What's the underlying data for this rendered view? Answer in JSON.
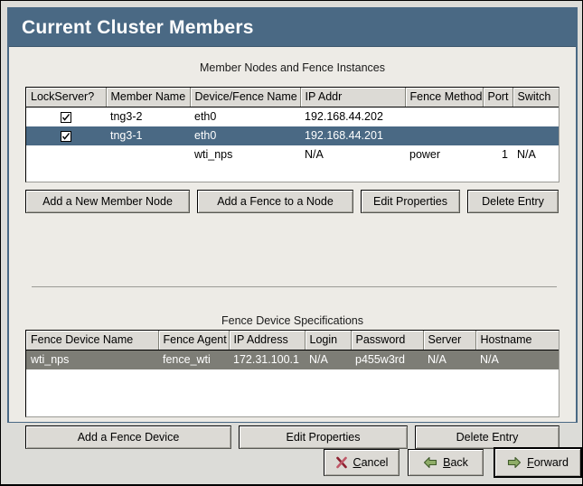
{
  "window": {
    "title": "Current Cluster Members"
  },
  "members_section": {
    "caption": "Member Nodes and Fence Instances",
    "columns": [
      "LockServer?",
      "Member Name",
      "Device/Fence Name",
      "IP Addr",
      "Fence Method",
      "Port",
      "Switch"
    ],
    "rows": [
      {
        "lockserver": "checked",
        "member_name": "tng3-2",
        "device_fence_name": "eth0",
        "ip_addr": "192.168.44.202",
        "fence_method": "",
        "port": "",
        "switch": "",
        "state": "normal"
      },
      {
        "lockserver": "checked",
        "member_name": "tng3-1",
        "device_fence_name": "eth0",
        "ip_addr": "192.168.44.201",
        "fence_method": "",
        "port": "",
        "switch": "",
        "state": "selected-active"
      },
      {
        "lockserver": "",
        "member_name": "",
        "device_fence_name": "wti_nps",
        "ip_addr": "N/A",
        "fence_method": "power",
        "port": "1",
        "switch": "N/A",
        "state": "normal"
      }
    ],
    "buttons": [
      {
        "label": "Add a New Member Node",
        "name": "add-new-member-node-button"
      },
      {
        "label": "Add a Fence to a Node",
        "name": "add-fence-to-node-button"
      },
      {
        "label": "Edit Properties",
        "name": "edit-member-properties-button"
      },
      {
        "label": "Delete Entry",
        "name": "delete-member-entry-button"
      }
    ]
  },
  "fence_section": {
    "caption": "Fence Device Specifications",
    "columns": [
      "Fence Device Name",
      "Fence Agent",
      "IP Address",
      "Login",
      "Password",
      "Server",
      "Hostname"
    ],
    "rows": [
      {
        "fence_device_name": "wti_nps",
        "fence_agent": "fence_wti",
        "ip_address": "172.31.100.1",
        "login": "N/A",
        "password": "p455w3rd",
        "server": "N/A",
        "hostname": "N/A",
        "state": "selected-inactive"
      }
    ],
    "buttons": [
      {
        "label": "Add a Fence Device",
        "name": "add-fence-device-button"
      },
      {
        "label": "Edit Properties",
        "name": "edit-fence-properties-button"
      },
      {
        "label": "Delete Entry",
        "name": "delete-fence-entry-button"
      }
    ]
  },
  "action_bar": {
    "cancel": {
      "label_before": "",
      "mnemonic": "C",
      "label_after": "ancel",
      "icon": "cancel-x-icon"
    },
    "back": {
      "label_before": "",
      "mnemonic": "B",
      "label_after": "ack",
      "icon": "arrow-left-icon"
    },
    "forward": {
      "label_before": "",
      "mnemonic": "F",
      "label_after": "orward",
      "icon": "arrow-right-icon",
      "focused": true
    }
  },
  "colors": {
    "titlebar": "#4a6984",
    "selection_active": "#4a6984",
    "selection_inactive": "#7d7d76",
    "panel_background": "#edebe6",
    "dialog_background": "#dcdcd8",
    "button_face": "#dcdad5",
    "cancel_icon": "#b04050",
    "nav_icon": "#7b9e5a"
  }
}
